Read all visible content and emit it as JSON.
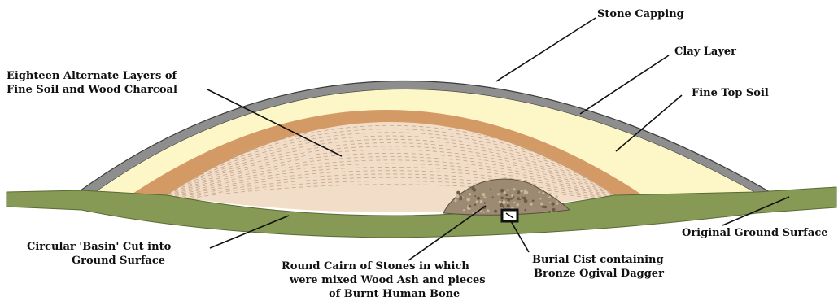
{
  "labels": {
    "stone_capping": "Stone Capping",
    "clay_layer": "Clay Layer",
    "fine_top_soil": "Fine Top Soil",
    "alternate_layers": [
      "Eighteen Alternate Layers of",
      "Fine Soil and Wood Charcoal"
    ],
    "basin_cut": [
      "Circular 'Basin' Cut into",
      "Ground Surface"
    ],
    "round_cairn": [
      "Round Cairn of Stones in which",
      "were mixed Wood Ash and pieces",
      "of Burnt Human Bone"
    ],
    "burial_cist": [
      "Burial Cist containing",
      "Bronze Ogival Dagger"
    ],
    "original_ground": "Original Ground Surface"
  },
  "colors": {
    "stone": "#8e8e8e",
    "stone_outline": "#3d3d3d",
    "clay": "#fdf7c8",
    "top_soil": "#d39a66",
    "charcoal_layers": "#f2ddc8",
    "layer_lines": "#c4a58a",
    "ground": "#869a55",
    "cairn": "#9c8a72",
    "cist": "#ffffff"
  }
}
